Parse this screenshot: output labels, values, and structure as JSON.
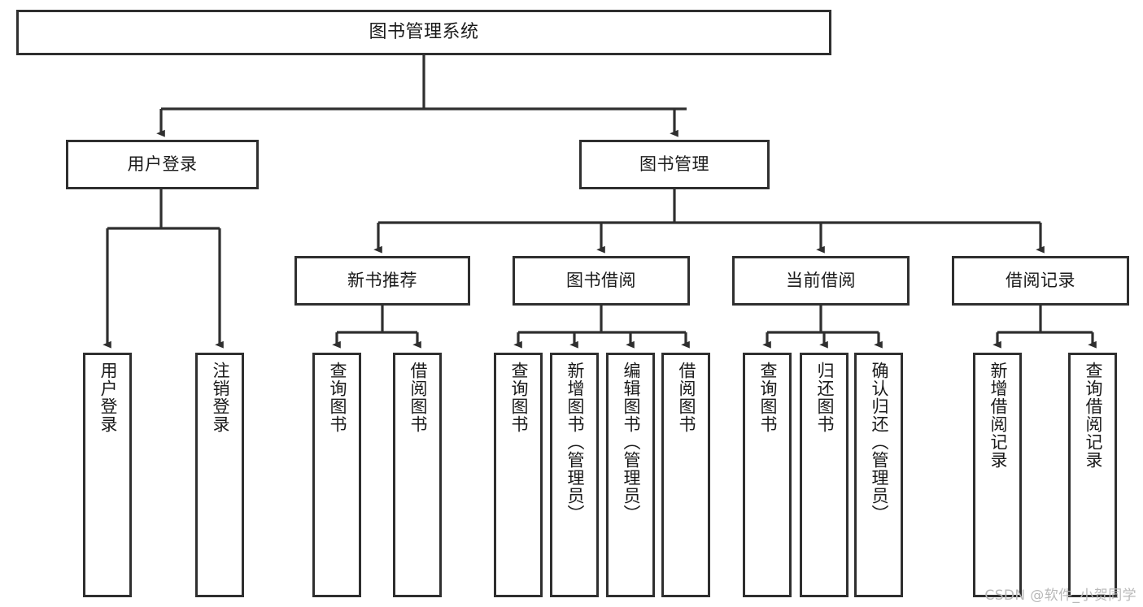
{
  "diagram": {
    "type": "tree",
    "title": "图书管理系统",
    "theme": {
      "background": "#ffffff",
      "border": "#2f2f2f",
      "text": "#1a1a1a",
      "watermark": "#b9b9b9"
    },
    "root": {
      "label": "图书管理系统"
    },
    "level2": [
      {
        "label": "用户登录"
      },
      {
        "label": "图书管理"
      }
    ],
    "level3": [
      {
        "label": "新书推荐"
      },
      {
        "label": "图书借阅"
      },
      {
        "label": "当前借阅"
      },
      {
        "label": "借阅记录"
      }
    ],
    "leaves": {
      "user_login": [
        {
          "label": "用户登录"
        },
        {
          "label": "注销登录"
        }
      ],
      "new_book": [
        {
          "label": "查询图书"
        },
        {
          "label": "借阅图书"
        }
      ],
      "borrow_book": [
        {
          "label": "查询图书"
        },
        {
          "label": "新增图书（管理员）"
        },
        {
          "label": "编辑图书（管理员）"
        },
        {
          "label": "借阅图书"
        }
      ],
      "current_borrow": [
        {
          "label": "查询图书"
        },
        {
          "label": "归还图书"
        },
        {
          "label": "确认归还（管理员）"
        }
      ],
      "borrow_record": [
        {
          "label": "新增借阅记录"
        },
        {
          "label": "查询借阅记录"
        }
      ]
    },
    "watermark": "CSDN @软件_小贺同学"
  }
}
